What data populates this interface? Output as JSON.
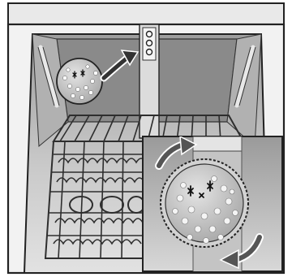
{
  "figure": {
    "kind": "dishwasher-filter-installation-illustration",
    "colors": {
      "background": "#ffffff",
      "frame": "#222222",
      "tub_light": "#d9d9d9",
      "tub_mid": "#b8b8b8",
      "tub_dark": "#8f8f8f",
      "rack": "#3a3a3a",
      "filter_body": "#c8c8c8",
      "filter_dots": "#ffffff",
      "arrow_fill": "#555555",
      "arrow_outline": "#ffffff"
    },
    "elements": {
      "dishwasher": "dishwasher-icon",
      "tub": "dishwasher-tub",
      "spray_arm_holder": "spray-arm-holder",
      "lower_rack": "lower-dish-rack",
      "filter_ball_small": "filter-ball-icon",
      "insert_arrow": "insert-arrow-icon",
      "detail_inset": "detail-inset-panel",
      "filter_ball_large": "filter-ball-detail-icon",
      "rotate_arrow_top": "rotate-arrow-clockwise-icon",
      "rotate_arrow_bottom": "rotate-arrow-bottom-icon"
    }
  }
}
